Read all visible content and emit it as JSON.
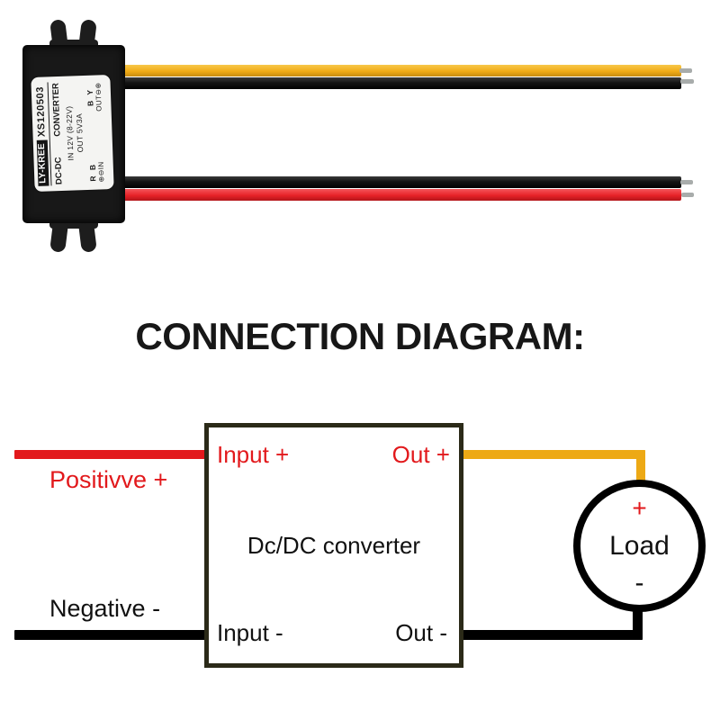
{
  "title": "CONNECTION DIAGRAM:",
  "module_label": {
    "brand": "LY-KREE",
    "model": "XS120503",
    "type_left": "DC-DC",
    "type_right": "CONVERTER",
    "input_spec": "IN 12V (8-22V)",
    "output_spec": "OUT 5V3A",
    "in_wire_colors": "R B",
    "in_polarity": "⊕⊖IN",
    "out_wire_colors": "B Y",
    "out_polarity": "OUT⊖⊕"
  },
  "diagram": {
    "positive_label": "Positivve +",
    "negative_label": "Negative -",
    "converter_label": "Dc/DC converter",
    "input_plus_label": "Input +",
    "out_plus_label": "Out +",
    "input_minus_label": "Input -",
    "out_minus_label": "Out -",
    "load": {
      "name": "Load",
      "plus": "+",
      "minus": "-"
    }
  },
  "colors": {
    "diagram_red": "#e2191c",
    "diagram_yellow": "#eda915",
    "diagram_black": "#000000",
    "box_border": "#2b2a18",
    "wire_yellow": "#f1ac17",
    "wire_red": "#e72228",
    "wire_black": "#141414",
    "wire_tip_grey": "#a8acab",
    "module_black": "#181818",
    "label_bg": "#f4f4f2"
  }
}
